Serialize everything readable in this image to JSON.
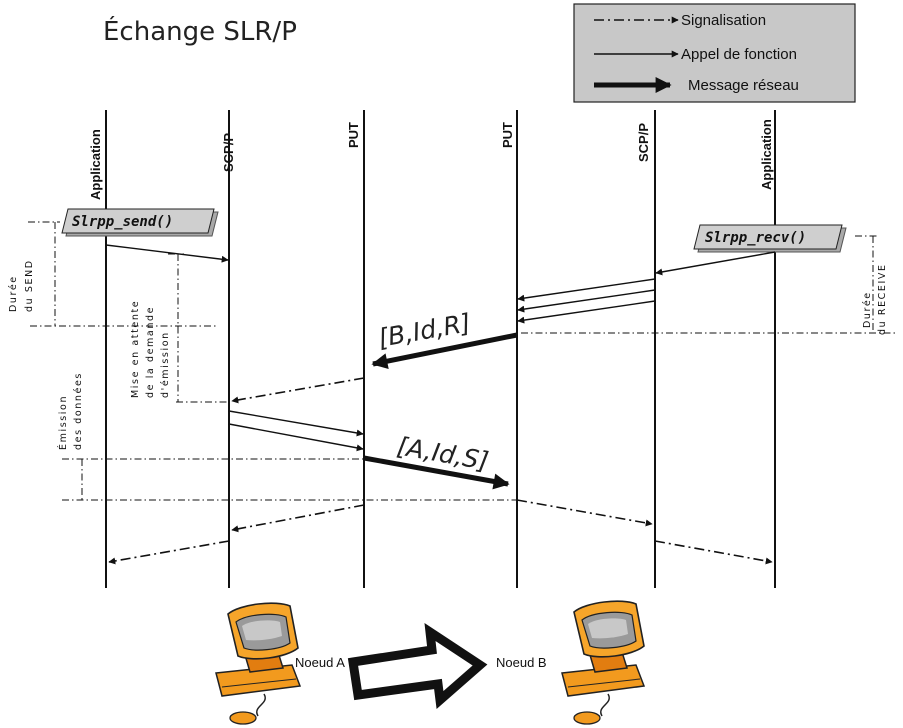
{
  "title": "Échange SLR/P",
  "legend": {
    "signal": "Signalisation",
    "call": "Appel de fonction",
    "network": "Message réseau"
  },
  "lanes": {
    "l1": "Application",
    "l2": "SCP/P",
    "l3": "PUT",
    "l4": "PUT",
    "l5": "SCP/P",
    "l6": "Application"
  },
  "functions": {
    "send": "Slrpp_send()",
    "recv": "Slrpp_recv()"
  },
  "messages": {
    "bidr": "[B,Id,R]",
    "aids": "[A,Id,S]"
  },
  "durations": {
    "send_line1": "Durée",
    "send_line2": "du SEND",
    "wait_line1": "Mise en attente",
    "wait_line2": "de la demande",
    "wait_line3": "d'émission",
    "emit_line1": "Émission",
    "emit_line2": "des données",
    "recv_line1": "Durée",
    "recv_line2": "du RECEIVE"
  },
  "nodes": {
    "a": "Noeud A",
    "b": "Noeud B"
  }
}
